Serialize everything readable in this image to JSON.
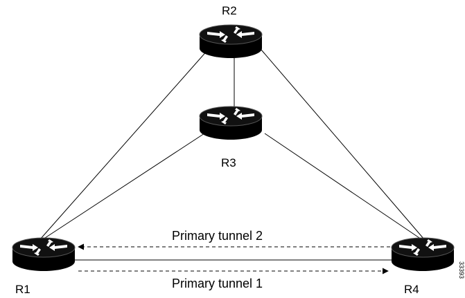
{
  "routers": [
    {
      "id": "R2",
      "label": "R2"
    },
    {
      "id": "R3",
      "label": "R3"
    },
    {
      "id": "R1",
      "label": "R1"
    },
    {
      "id": "R4",
      "label": "R4"
    }
  ],
  "links": [
    {
      "from": "R1",
      "to": "R2"
    },
    {
      "from": "R1",
      "to": "R3"
    },
    {
      "from": "R2",
      "to": "R3"
    },
    {
      "from": "R2",
      "to": "R4"
    },
    {
      "from": "R3",
      "to": "R4"
    },
    {
      "from": "R1",
      "to": "R4"
    }
  ],
  "tunnels": [
    {
      "label": "Primary tunnel 2",
      "from": "R4",
      "to": "R1",
      "style": "dashed"
    },
    {
      "label": "Primary tunnel 1",
      "from": "R1",
      "to": "R4",
      "style": "dashed"
    }
  ],
  "figure_id": "33393",
  "colors": {
    "line": "#000000",
    "router_body": "#000000",
    "router_arrows": "#ffffff"
  }
}
